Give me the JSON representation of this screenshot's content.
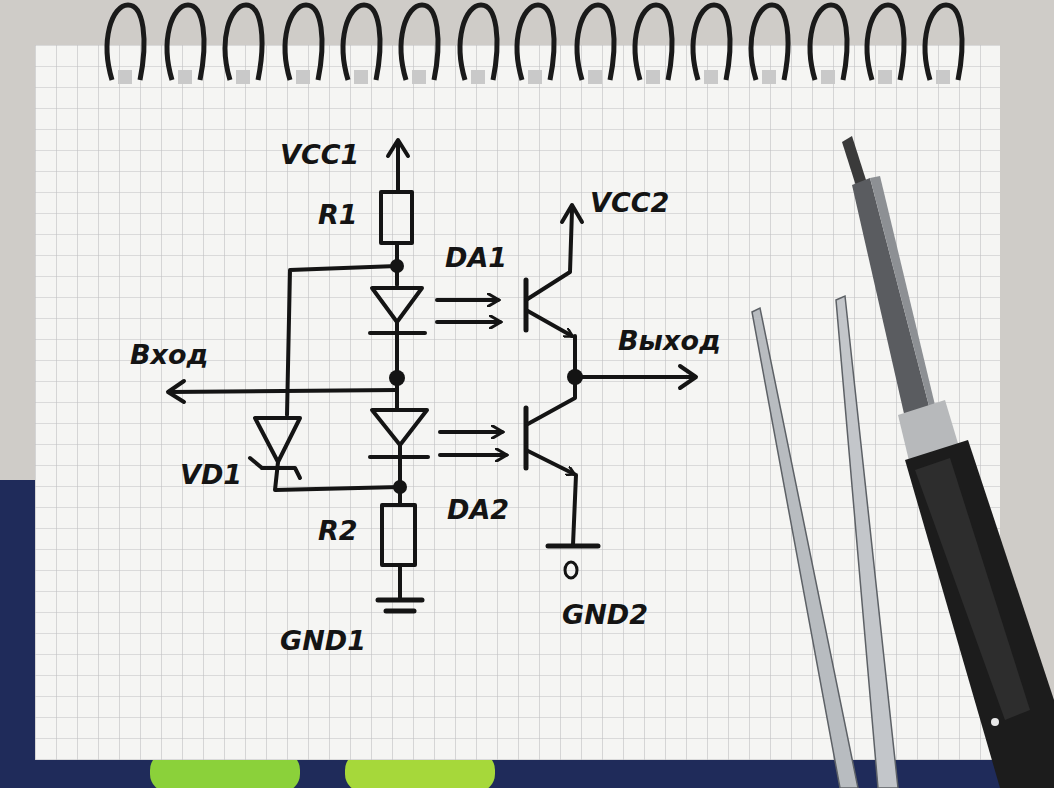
{
  "diagram": {
    "labels": [
      "VCC1",
      "R1",
      "DA1",
      "VCC2",
      "Вход",
      "Выход",
      "VD1",
      "DA2",
      "R2",
      "GND1",
      "GND2"
    ]
  }
}
